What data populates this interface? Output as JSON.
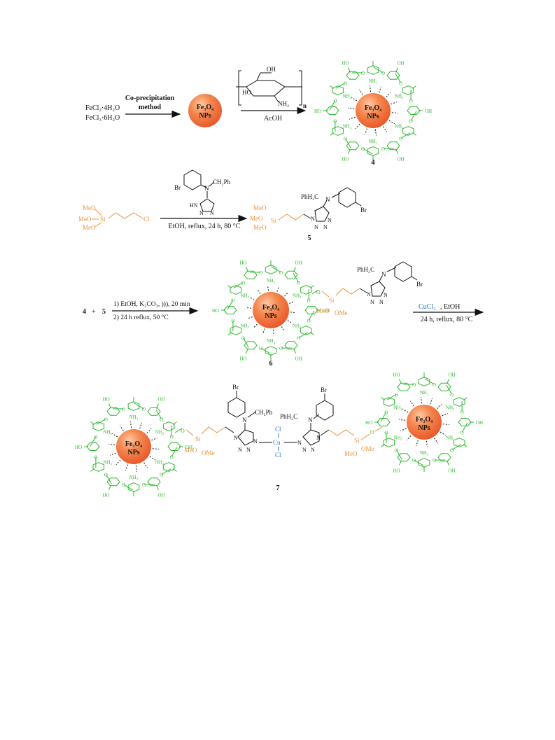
{
  "colors": {
    "sphere_base": "#e8582a",
    "sphere_highlight": "#ffc9a4",
    "chitosan": "#2db82d",
    "silane": "#e8913a",
    "copper": "#2a73c9",
    "text": "#111111"
  },
  "icons": {
    "sphere": "orange-sphere-icon",
    "chitosan_shell": "macrocycle-shell-icon",
    "arrow": "reaction-arrow-icon"
  },
  "row1": {
    "reagent1": "FeCl₂·4H₂O",
    "reagent2": "FeCl₃·6H₂O",
    "arrow1_top_l1": "Co-precipitation",
    "arrow1_top_l2": "method",
    "np_line1": "Fe₃O₄",
    "np_line2": "NPs",
    "chitosan_oh": "OH",
    "chitosan_ho": "HO",
    "chitosan_nh2": "NH₂",
    "chitosan_n": "n",
    "arrow2_bottom": "AcOH",
    "product_label": "4"
  },
  "row2": {
    "silane_meo1": "MeO",
    "silane_meo2": "MeO",
    "silane_meo3": "MeO",
    "silane_si": "Si",
    "silane_cl": "Cl",
    "tz_br": "Br",
    "tz_n": "N",
    "tz_ch2ph": "CH₂Ph",
    "tz_hn": "HN",
    "arrow_bottom": "EtOH, reflux, 24 h, 80 °C",
    "prod_phh2c": "PhH₂C",
    "prod_br": "Br",
    "product_label": "5"
  },
  "row3": {
    "reactant_a": "4",
    "plus": "+",
    "reactant_b": "5",
    "cond_line1": "1) EtOH, K₂CO₃, ))), 20 min",
    "cond_line2": "2) 24 h reflux, 50 °C",
    "si": "Si",
    "meo": "MeO",
    "ome": "OMe",
    "phh2c": "PhH₂C",
    "br": "Br",
    "label": "6",
    "arrow_top_cucl2": "CuCl₂",
    "arrow_top_etoh": ", EtOH",
    "arrow_bottom": "24 h, reflux, 80 °C"
  },
  "row4": {
    "br_left": "Br",
    "br_right": "Br",
    "ch2ph": "CH₂Ph",
    "phh2c": "PhH₂C",
    "cl_top": "Cl",
    "cl_bottom": "Cl",
    "cu": "Cu",
    "si": "Si",
    "meo": "MeO",
    "ome": "OMe",
    "label": "7"
  },
  "ring_labels": {
    "hydroxyl": "OH",
    "hydroxyl_rev": "HO",
    "oxygen": "O",
    "amine": "NH₂",
    "nitrogen": "N"
  }
}
